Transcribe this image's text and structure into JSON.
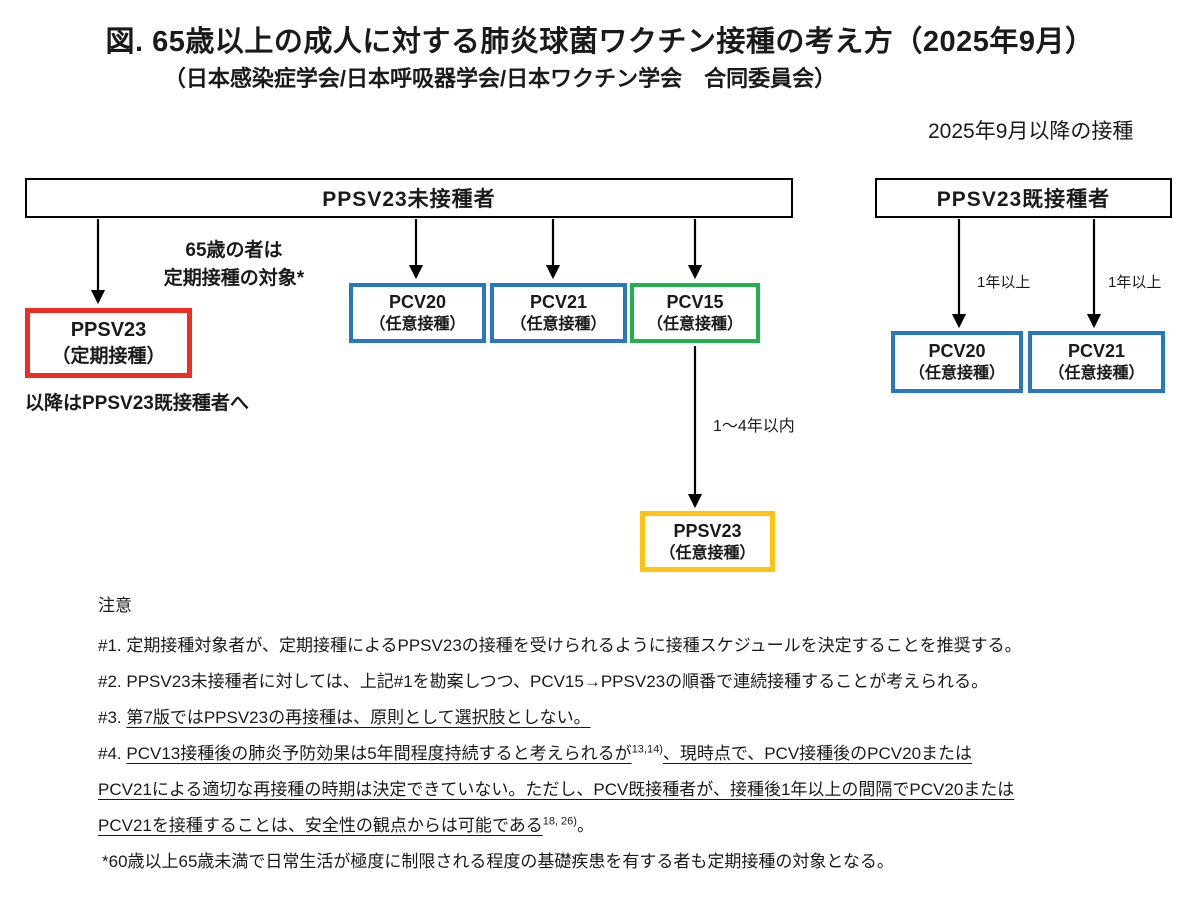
{
  "header": {
    "title": "図. 65歳以上の成人に対する肺炎球菌ワクチン接種の考え方（2025年9月）",
    "subtitle": "（日本感染症学会/日本呼吸器学会/日本ワクチン学会　合同委員会）",
    "period_note": "2025年9月以降の接種"
  },
  "colors": {
    "routine_box_border": "#ee2e24",
    "optional_pcv_border": "#2878be",
    "pcv15_border": "#22b14c",
    "ppsv23_optional_border": "#ffc412",
    "outline": "#000000"
  },
  "flowchart": {
    "unvaccinated": {
      "header": "PPSV23未接種者",
      "routine_label_line1": "65歳の者は",
      "routine_label_line2": "定期接種の対象*",
      "ppsv23_routine": {
        "name": "PPSV23",
        "type": "（定期接種）",
        "border_color": "#ee2e24"
      },
      "after_note": "以降はPPSV23既接種者へ",
      "pcv20": {
        "name": "PCV20",
        "type": "（任意接種）",
        "border_color": "#2878be"
      },
      "pcv21": {
        "name": "PCV21",
        "type": "（任意接種）",
        "border_color": "#2878be"
      },
      "pcv15": {
        "name": "PCV15",
        "type": "（任意接種）",
        "border_color": "#22b14c"
      },
      "interval_label": "1～4年以内",
      "ppsv23_optional": {
        "name": "PPSV23",
        "type": "（任意接種）",
        "border_color": "#ffc412"
      }
    },
    "vaccinated": {
      "header": "PPSV23既接種者",
      "interval_label_left": "1年以上",
      "interval_label_right": "1年以上",
      "pcv20": {
        "name": "PCV20",
        "type": "（任意接種）",
        "border_color": "#2878be"
      },
      "pcv21": {
        "name": "PCV21",
        "type": "（任意接種）",
        "border_color": "#2878be"
      }
    }
  },
  "notes": {
    "heading": "注意",
    "n1": "#1. 定期接種対象者が、定期接種によるPPSV23の接種を受けられるように接種スケジュールを決定することを推奨する。",
    "n2": "#2. PPSV23未接種者に対しては、上記#1を勘案しつつ、PCV15→PPSV23の順番で連続接種することが考えられる。",
    "n3_prefix": "#3. ",
    "n3_body": "第7版ではPPSV23の再接種は、原則として選択肢としない。",
    "n4_prefix": "#4. ",
    "n4_l1a": "PCV13接種後の肺炎予防効果は5年間程度持続すると考えられるが",
    "n4_sup1": "13,14)",
    "n4_l1b": "、現時点で、PCV接種後のPCV20または",
    "n4_l2": "PCV21による適切な再接種の時期は決定できていない。ただし、PCV既接種者が、接種後1年以上の間隔でPCV20または",
    "n4_l3a": "PCV21を接種することは、安全性の観点からは可能である",
    "n4_sup2": "18, 26)",
    "n4_l3b": "。",
    "asterisk": "*60歳以上65歳未満で日常生活が極度に制限される程度の基礎疾患を有する者も定期接種の対象となる。"
  }
}
